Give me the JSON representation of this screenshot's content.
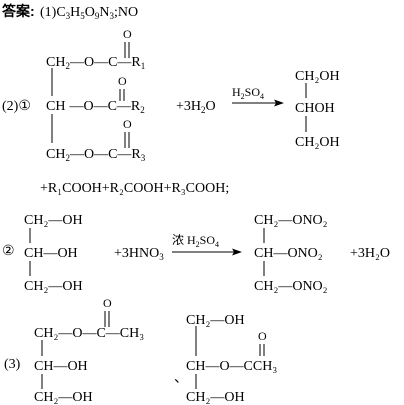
{
  "header": {
    "label": "答案:",
    "part1_text": "(1)C",
    "part1_c_sub": "3",
    "part1_h": "H",
    "part1_h_sub": "5",
    "part1_o": "O",
    "part1_o_sub": "9",
    "part1_n": "N",
    "part1_n_sub": "3",
    "part1_sep": ";NO"
  },
  "part2": {
    "label": "(2)①",
    "fat_rows": [
      {
        "ch": "CH",
        "ch_sub": "2",
        "link": "—O—C—",
        "r": "R",
        "r_sub": "1"
      },
      {
        "ch": "CH",
        "ch_sub": "",
        "link": "—O—C—",
        "r": "R",
        "r_sub": "2"
      },
      {
        "ch": "CH",
        "ch_sub": "2",
        "link": "—O—C—",
        "r": "R",
        "r_sub": "3"
      }
    ],
    "carbonyl_o": "O",
    "plus_water": "+3H",
    "water_sub": "2",
    "water_o": "O",
    "catalyst": "H",
    "catalyst_sub1": "2",
    "catalyst_so": "SO",
    "catalyst_sub2": "4",
    "glycerol": [
      "CH₂OH",
      "CHOH",
      "CH₂OH"
    ],
    "acids_line": "+R₁COOH+R₂COOH+R₃COOH;"
  },
  "part2b": {
    "label": "②",
    "left": [
      "CH₂—OH",
      "CH—OH",
      "CH₂—OH"
    ],
    "plus_acid": "+3HNO",
    "acid_sub": "3",
    "catalyst": "浓 H",
    "catalyst_sub1": "2",
    "catalyst_so": "SO",
    "catalyst_sub2": "4",
    "right": [
      "CH₂—ONO₂",
      "CH—ONO₂",
      "CH₂—ONO₂"
    ],
    "plus_water": "+3H₂O"
  },
  "part3": {
    "label": "(3)",
    "first": {
      "top": "CH₂—O—C—CH₃",
      "mid": "CH—OH",
      "bot": "CH₂—OH",
      "o": "O"
    },
    "separator": "、",
    "second": {
      "top": "CH₂—OH",
      "mid": "CH—O—CCH₃",
      "bot": "CH₂—OH",
      "o": "O"
    }
  }
}
